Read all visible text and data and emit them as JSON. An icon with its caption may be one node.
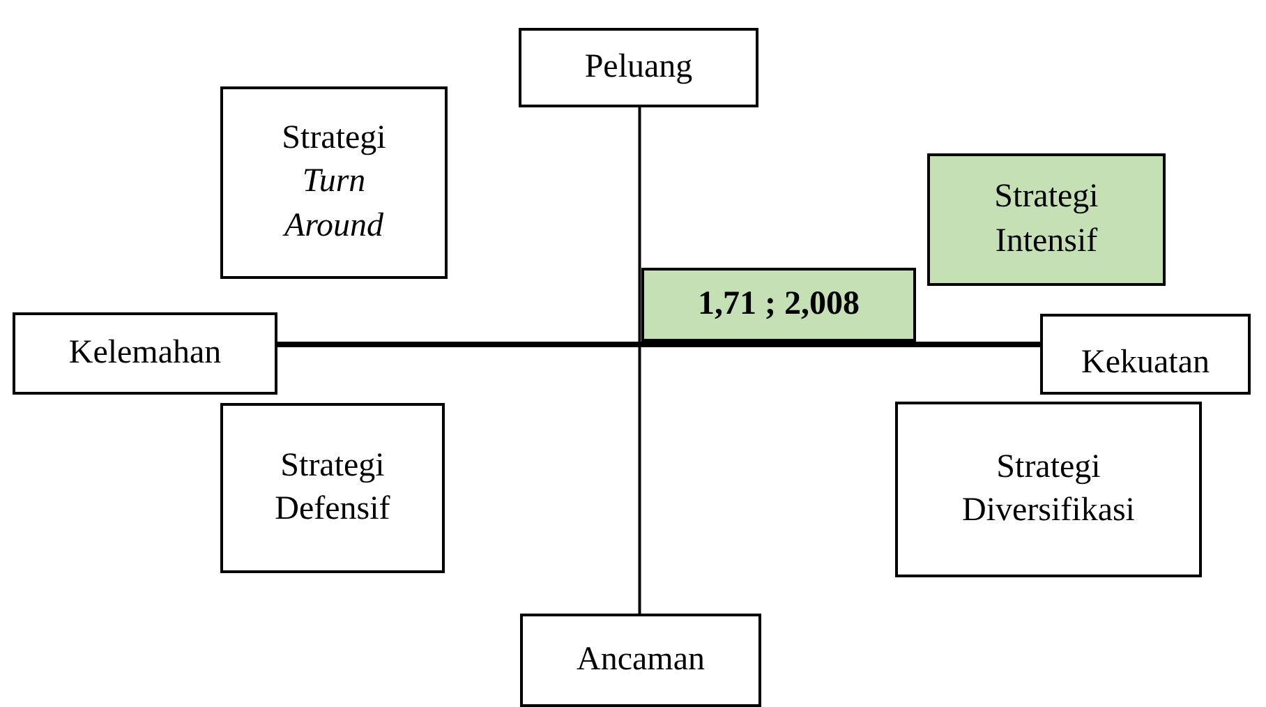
{
  "diagram": {
    "nodes": [
      {
        "text": [
          "Peluang"
        ]
      },
      {
        "text": [
          "Strategi *Turn Around*"
        ]
      },
      {
        "text": [
          "Strategi Intensif"
        ]
      },
      {
        "text": [
          "1,71 ; 2,008"
        ]
      },
      {
        "text": [
          "Kelemahan"
        ]
      },
      {
        "text": [
          "Kekuatan"
        ]
      },
      {
        "text": [
          "Strategi Defensif"
        ]
      },
      {
        "text": [
          "Strategi Diversifikasi"
        ]
      },
      {
        "text": [
          "Ancaman"
        ]
      }
    ],
    "edges": [
      {
        "from": 0,
        "to": 8,
        "arrow": "none"
      },
      {
        "from": 4,
        "to": 5,
        "arrow": "none",
        "style": "thick"
      }
    ]
  }
}
